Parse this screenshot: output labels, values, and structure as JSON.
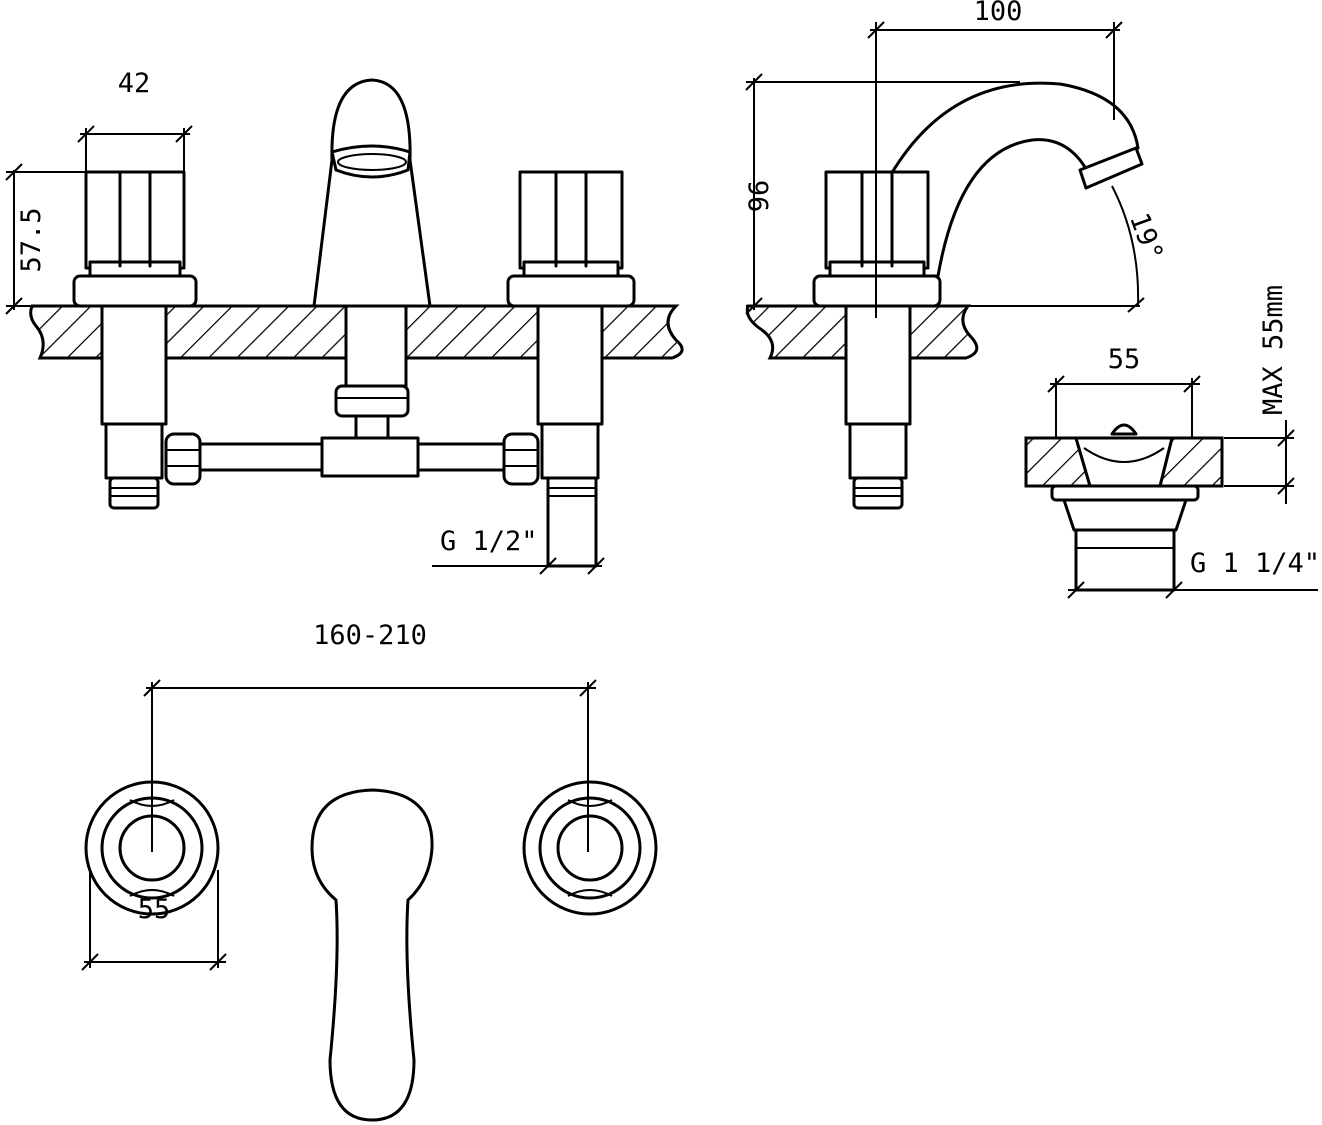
{
  "labels": {
    "knob_width": "42",
    "knob_height": "57.5",
    "spout_reach": "100",
    "spout_height": "96",
    "angle": "19°",
    "waste_width": "55",
    "waste_max": "MAX 55mm",
    "inlet_thread": "G 1/2\"",
    "waste_thread": "G 1 1/4\"",
    "spacing": "160-210",
    "rosette_diameter": "55"
  }
}
